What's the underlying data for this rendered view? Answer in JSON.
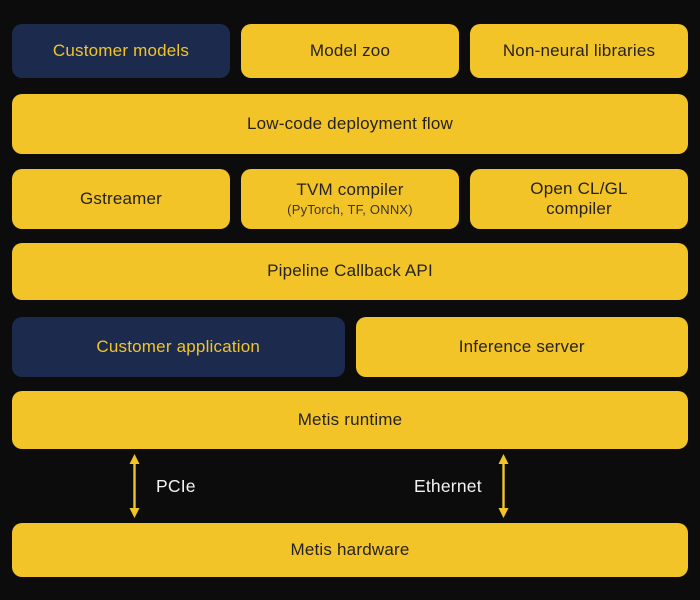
{
  "colors": {
    "background": "#0c0c0c",
    "yellow": "#f2c428",
    "navy": "#1c2a4d",
    "text_on_yellow": "#262220",
    "text_on_navy": "#f2c428",
    "connector_label": "#f3f3f3"
  },
  "diagram": {
    "row1": {
      "customer_models": "Customer models",
      "model_zoo": "Model zoo",
      "non_neural_libraries": "Non-neural libraries"
    },
    "row2": {
      "low_code": "Low-code deployment flow"
    },
    "row3": {
      "gstreamer": "Gstreamer",
      "tvm_title": "TVM compiler",
      "tvm_sub": "(PyTorch, TF, ONNX)",
      "opencl": "Open CL/GL compiler"
    },
    "row4": {
      "pipeline_api": "Pipeline Callback API"
    },
    "row5": {
      "customer_application": "Customer application",
      "inference_server": "Inference server"
    },
    "row6": {
      "metis_runtime": "Metis runtime"
    },
    "connectors": {
      "pcie": "PCIe",
      "ethernet": "Ethernet"
    },
    "row7": {
      "metis_hardware": "Metis hardware"
    }
  }
}
